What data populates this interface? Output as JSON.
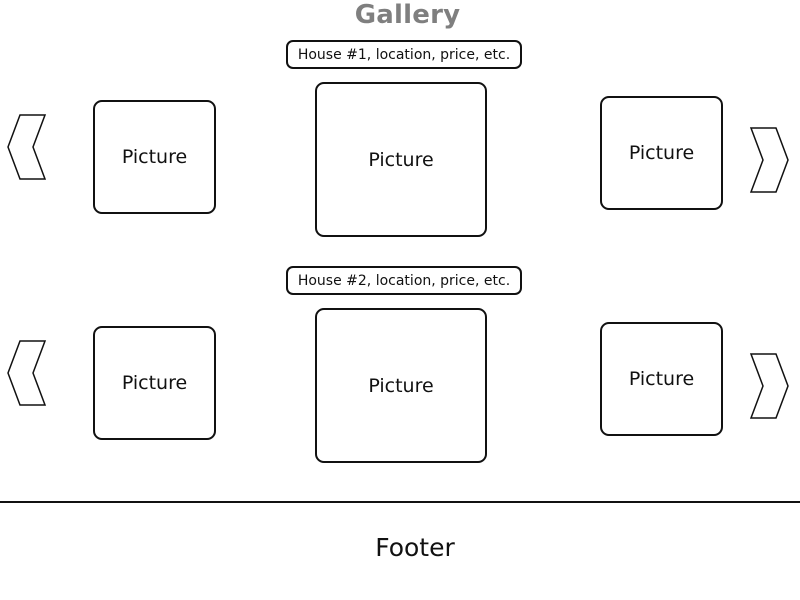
{
  "header": {
    "title": "Gallery"
  },
  "rows": [
    {
      "caption": "House #1, location, price, etc.",
      "pictures": {
        "left": "Picture",
        "center": "Picture",
        "right": "Picture"
      }
    },
    {
      "caption": "House #2, location, price, etc.",
      "pictures": {
        "left": "Picture",
        "center": "Picture",
        "right": "Picture"
      }
    }
  ],
  "footer": {
    "label": "Footer"
  },
  "icons": {
    "prev": "chevron-left-icon",
    "next": "chevron-right-icon"
  }
}
